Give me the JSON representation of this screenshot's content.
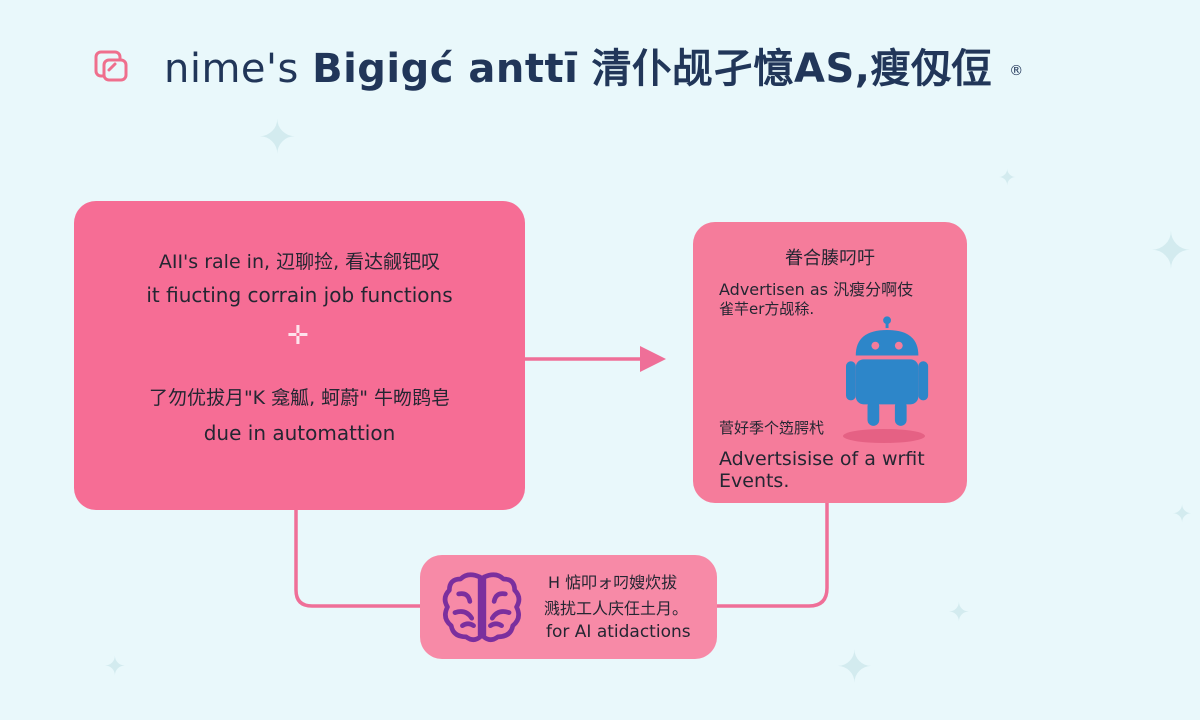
{
  "header": {
    "title_part1": "nime's",
    "title_part2": "Bigigć anttī",
    "title_part3": "清仆觇孑憶AS,瘦仭侸",
    "title_mark": "®"
  },
  "left_box": {
    "line1": "AII's rale in, 辺聊捡, 看达觎钯叹",
    "line2": "it fiucting corrain job functions",
    "line3": "了勿优拔月\"K 龛觚, 蚵蔚\" 牛昒鹍皂",
    "line4": "due in automattion"
  },
  "right_box": {
    "heading": "眷合腠叼吁",
    "line1": "Advertisen as 汎瘦分啊伎",
    "line2": "雀芉er方觇稌.",
    "line3": "菅好季个笾腭杙",
    "line4": "Advertsisise of a wrfit",
    "line5": "Events."
  },
  "bottom_box": {
    "line1": "H 惦叩ォ叼嫂炊拔",
    "line2": "溅扰工人庆仼土月。",
    "line3": "for AI atidactions"
  },
  "colors": {
    "left_box": "#f66d95",
    "right_box": "#f57c9b",
    "bottom_box": "#f78aa7",
    "connector": "#ef6f98",
    "robot": "#2d86c9",
    "brain": "#7b2f9e"
  }
}
